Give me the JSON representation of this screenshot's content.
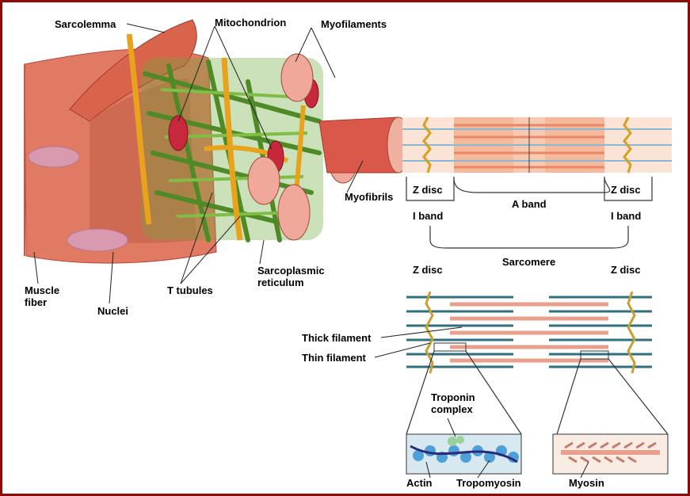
{
  "labels": {
    "sarcolemma": "Sarcolemma",
    "mitochondrion": "Mitochondrion",
    "myofilaments": "Myofilaments",
    "myofibrils": "Myofibrils",
    "muscle_fiber": "Muscle fiber",
    "nuclei": "Nuclei",
    "t_tubules": "T tubules",
    "sarcoplasmic_reticulum": "Sarcoplasmic reticulum",
    "z_disc_left": "Z disc",
    "z_disc_right": "Z disc",
    "a_band": "A band",
    "i_band_left": "I band",
    "i_band_right": "I band",
    "sarcomere": "Sarcomere",
    "z_disc_lower_left": "Z disc",
    "z_disc_lower_right": "Z disc",
    "thick_filament": "Thick filament",
    "thin_filament": "Thin filament",
    "troponin_complex": "Troponin complex",
    "actin": "Actin",
    "tropomyosin": "Tropomyosin",
    "myosin": "Myosin"
  },
  "colors": {
    "frame": "#8b0a0a",
    "muscle": "#e07a62",
    "muscle_dark": "#b8473a",
    "sr_green": "#5c9a2e",
    "t_tubule": "#e8a21c",
    "thin_filament": "#2f6f80",
    "thick_filament": "#e8a08c",
    "actin_blue": "#4fa0d8"
  }
}
